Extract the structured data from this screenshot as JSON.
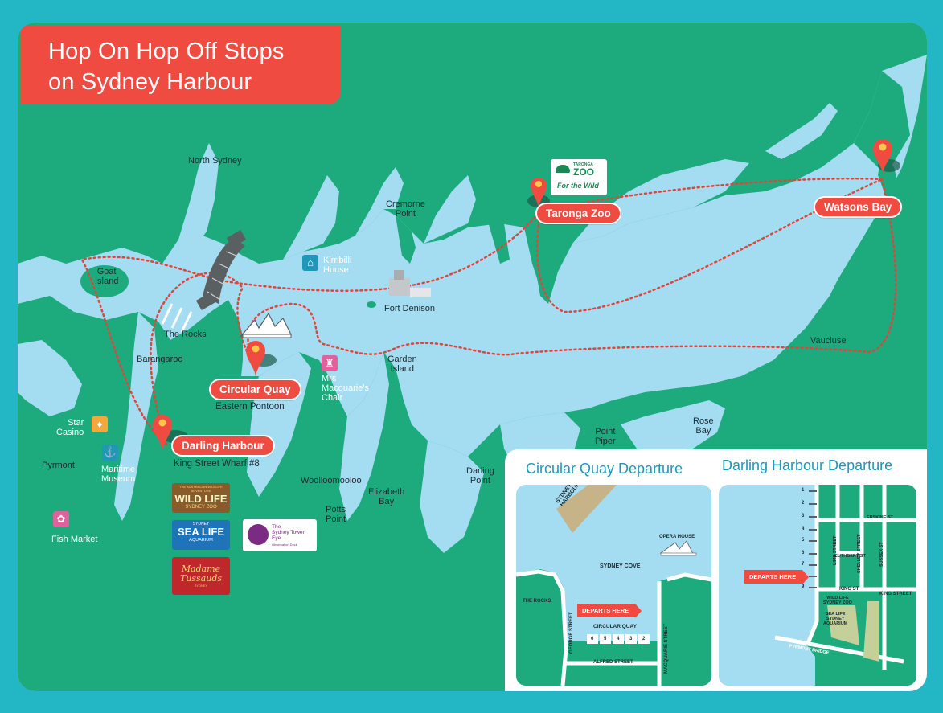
{
  "title": {
    "line1": "Hop On Hop Off Stops",
    "line2": "on Sydney Harbour"
  },
  "colors": {
    "water": "#a4dcf2",
    "land": "#1dab7e",
    "accent": "#ef4b41",
    "border": "#23b6c4",
    "inset_title": "#1f98b7"
  },
  "places": {
    "north_sydney": "North Sydney",
    "cremorne": "Cremorne\nPoint",
    "goat_island": "Goat\nIsland",
    "kirribilli": "Kirribilli\nHouse",
    "fort_denison": "Fort Denison",
    "the_rocks": "The Rocks",
    "barangaroo": "Barangaroo",
    "garden_island": "Garden\nIsland",
    "mrs_macquarie": "Mrs\nMacquarie's\nChair",
    "star_casino": "Star\nCasino",
    "maritime_museum": "Maritime\nMuseum",
    "pyrmont": "Pyrmont",
    "fish_market": "Fish Market",
    "woolloomooloo": "Woolloomooloo",
    "elizabeth_bay": "Elizabeth\nBay",
    "potts_point": "Potts\nPoint",
    "darling_point": "Darling\nPoint",
    "point_piper": "Point\nPiper",
    "rose_bay": "Rose\nBay",
    "vaucluse": "Vaucluse"
  },
  "stops": {
    "taronga": "Taronga Zoo",
    "watsons": "Watsons Bay",
    "circular": "Circular Quay",
    "circular_sub": "Eastern  Pontoon",
    "darling": "Darling Harbour",
    "darling_sub": "King Street Wharf #8"
  },
  "brands": {
    "taronga_logo": "TARONGA",
    "taronga_zoo": "ZOO",
    "taronga_tag": "For the Wild",
    "wildlife_top": "THE AUSTRALIAN WILDLIFE ADVENTURE",
    "wildlife": "WILD LIFE",
    "wildlife_sub": "SYDNEY ZOO",
    "sealife_top": "SYDNEY",
    "sealife": "SEA LIFE",
    "sealife_sub": "AQUARIUM",
    "madame": "Madame Tussauds",
    "madame_sub": "SYDNEY",
    "tower": "The\nSydney Tower\nEye",
    "tower_sub": "Observation Deck"
  },
  "insets": {
    "cq": {
      "title": "Circular Quay Departure",
      "bridge": "SYDNEY\nHARBOUR BRIDGE",
      "opera": "OPERA HOUSE",
      "cove": "SYDNEY COVE",
      "rocks": "THE ROCKS",
      "departs": "DEPARTS HERE",
      "quay": "CIRCULAR QUAY",
      "george": "GEORGE STREET",
      "macquarie": "MACQUARIE STREET",
      "alfred": "ALFRED STREET",
      "wharves": [
        "6",
        "5",
        "4",
        "3",
        "2"
      ]
    },
    "dh": {
      "title": "Darling Harbour Departure",
      "wharves": [
        "1",
        "2",
        "3",
        "4",
        "5",
        "6",
        "7",
        "8",
        "9"
      ],
      "lime": "LIME STREET",
      "shelley": "SHELLEY STREET",
      "sussex": "SUSSEX ST",
      "erskine": "ERSKINE ST",
      "cuthbert": "CUTHBERT ST",
      "king": "KING ST",
      "king_street": "KING STREET",
      "departs": "DEPARTS HERE",
      "wildlife": "WILD LIFE\nSYDNEY ZOO",
      "sealife": "SEA LIFE\nSYDNEY\nAQUARIUM",
      "pyrmont_bridge": "PYRMONT BRIDGE"
    }
  }
}
